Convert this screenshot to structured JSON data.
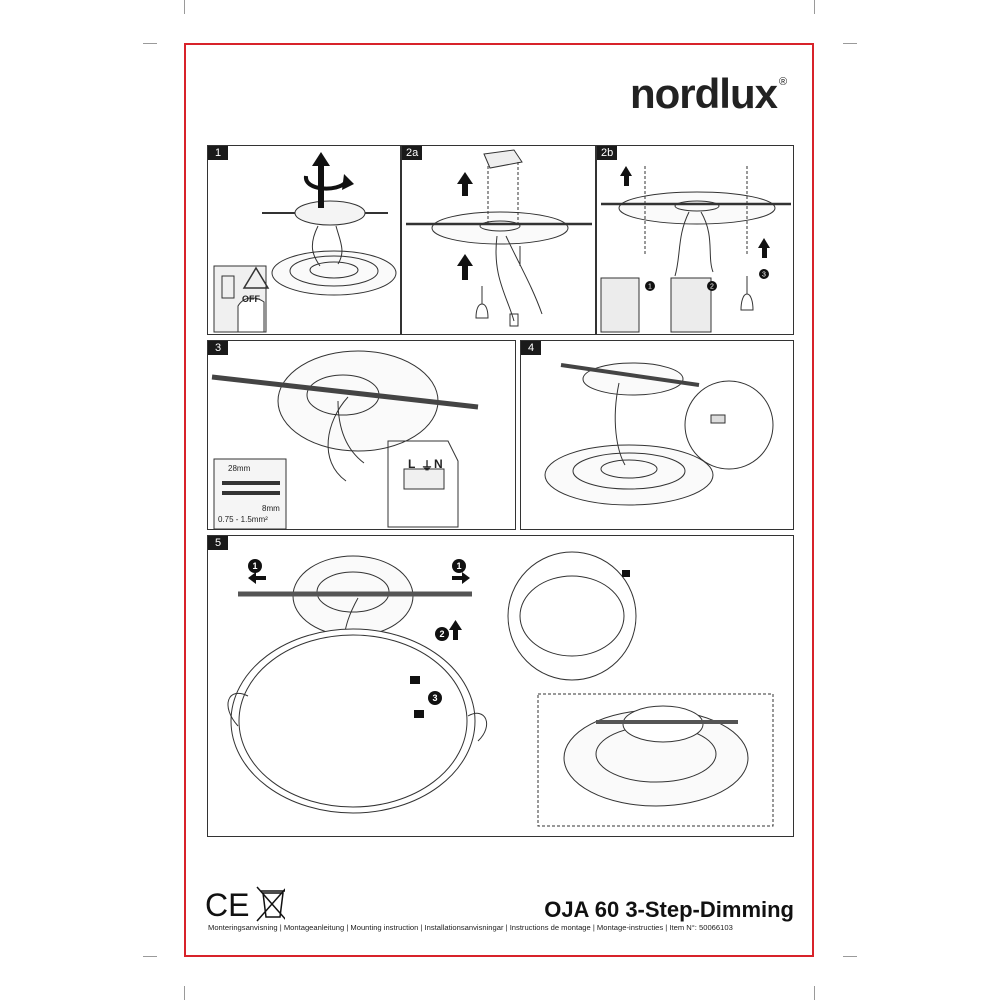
{
  "brand": {
    "name": "nordlux",
    "mark": "®"
  },
  "product": {
    "title": "OJA 60 3-Step-Dimming",
    "subtitle": "Monteringsanvisning | Montageanleitung | Mounting instruction | Installationsanvisningar | Instructions de montage | Montage-instructies | Item N°: 50066103"
  },
  "certifications": {
    "ce": "CE"
  },
  "steps": [
    {
      "id": "1",
      "warning_label": "OFF"
    },
    {
      "id": "2a"
    },
    {
      "id": "2b",
      "markers": [
        "1",
        "2",
        "3"
      ]
    },
    {
      "id": "3",
      "terminals": [
        "L",
        "⏚",
        "N"
      ],
      "strip_length": "28mm",
      "strip_end": "8mm",
      "wire_section": "0.75 - 1.5mm²"
    },
    {
      "id": "4"
    },
    {
      "id": "5",
      "markers": [
        "1",
        "1",
        "2",
        "3"
      ]
    }
  ],
  "colors": {
    "frame": "#d8232a",
    "ink": "#1a1a1a"
  }
}
